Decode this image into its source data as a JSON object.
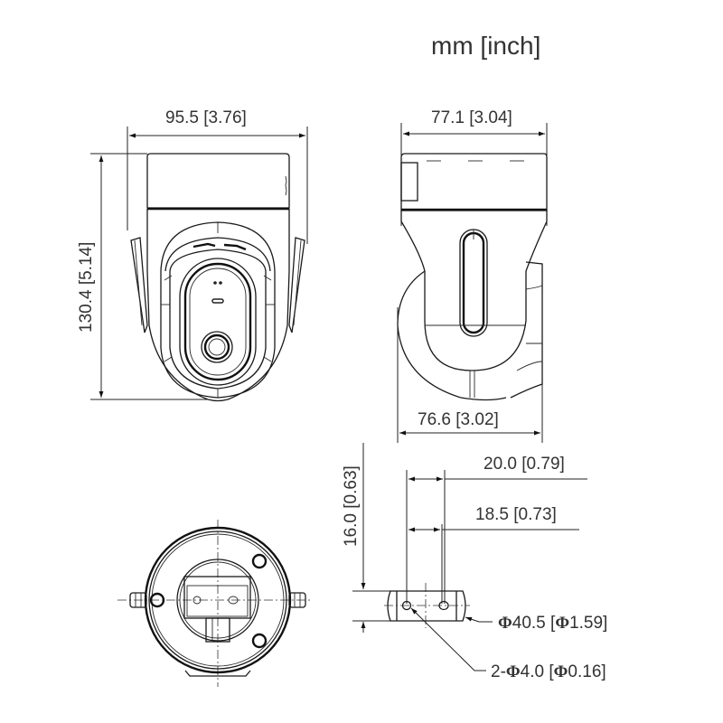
{
  "title": {
    "units": "mm [inch]"
  },
  "views": {
    "front": {
      "width_label": "95.5 [3.76]",
      "height_label": "130.4 [5.14]"
    },
    "side": {
      "top_width_label": "77.1 [3.04]",
      "bottom_width_label": "76.6 [3.02]"
    },
    "bottom": {},
    "mount_detail": {
      "height_label": "16.0 [0.63]",
      "outer_spacing_label": "20.0 [0.79]",
      "inner_spacing_label": "18.5 [0.73]",
      "diameter_label_value": "40.5 [",
      "diameter_label_inch": "1.59]",
      "holes_label_prefix": "2-",
      "holes_label_value": "4.0 [",
      "holes_label_inch": "0.16]",
      "phi_symbol": "Φ"
    }
  },
  "colors": {
    "line": "#1a1a1a",
    "text": "#333333",
    "background": "#ffffff"
  }
}
